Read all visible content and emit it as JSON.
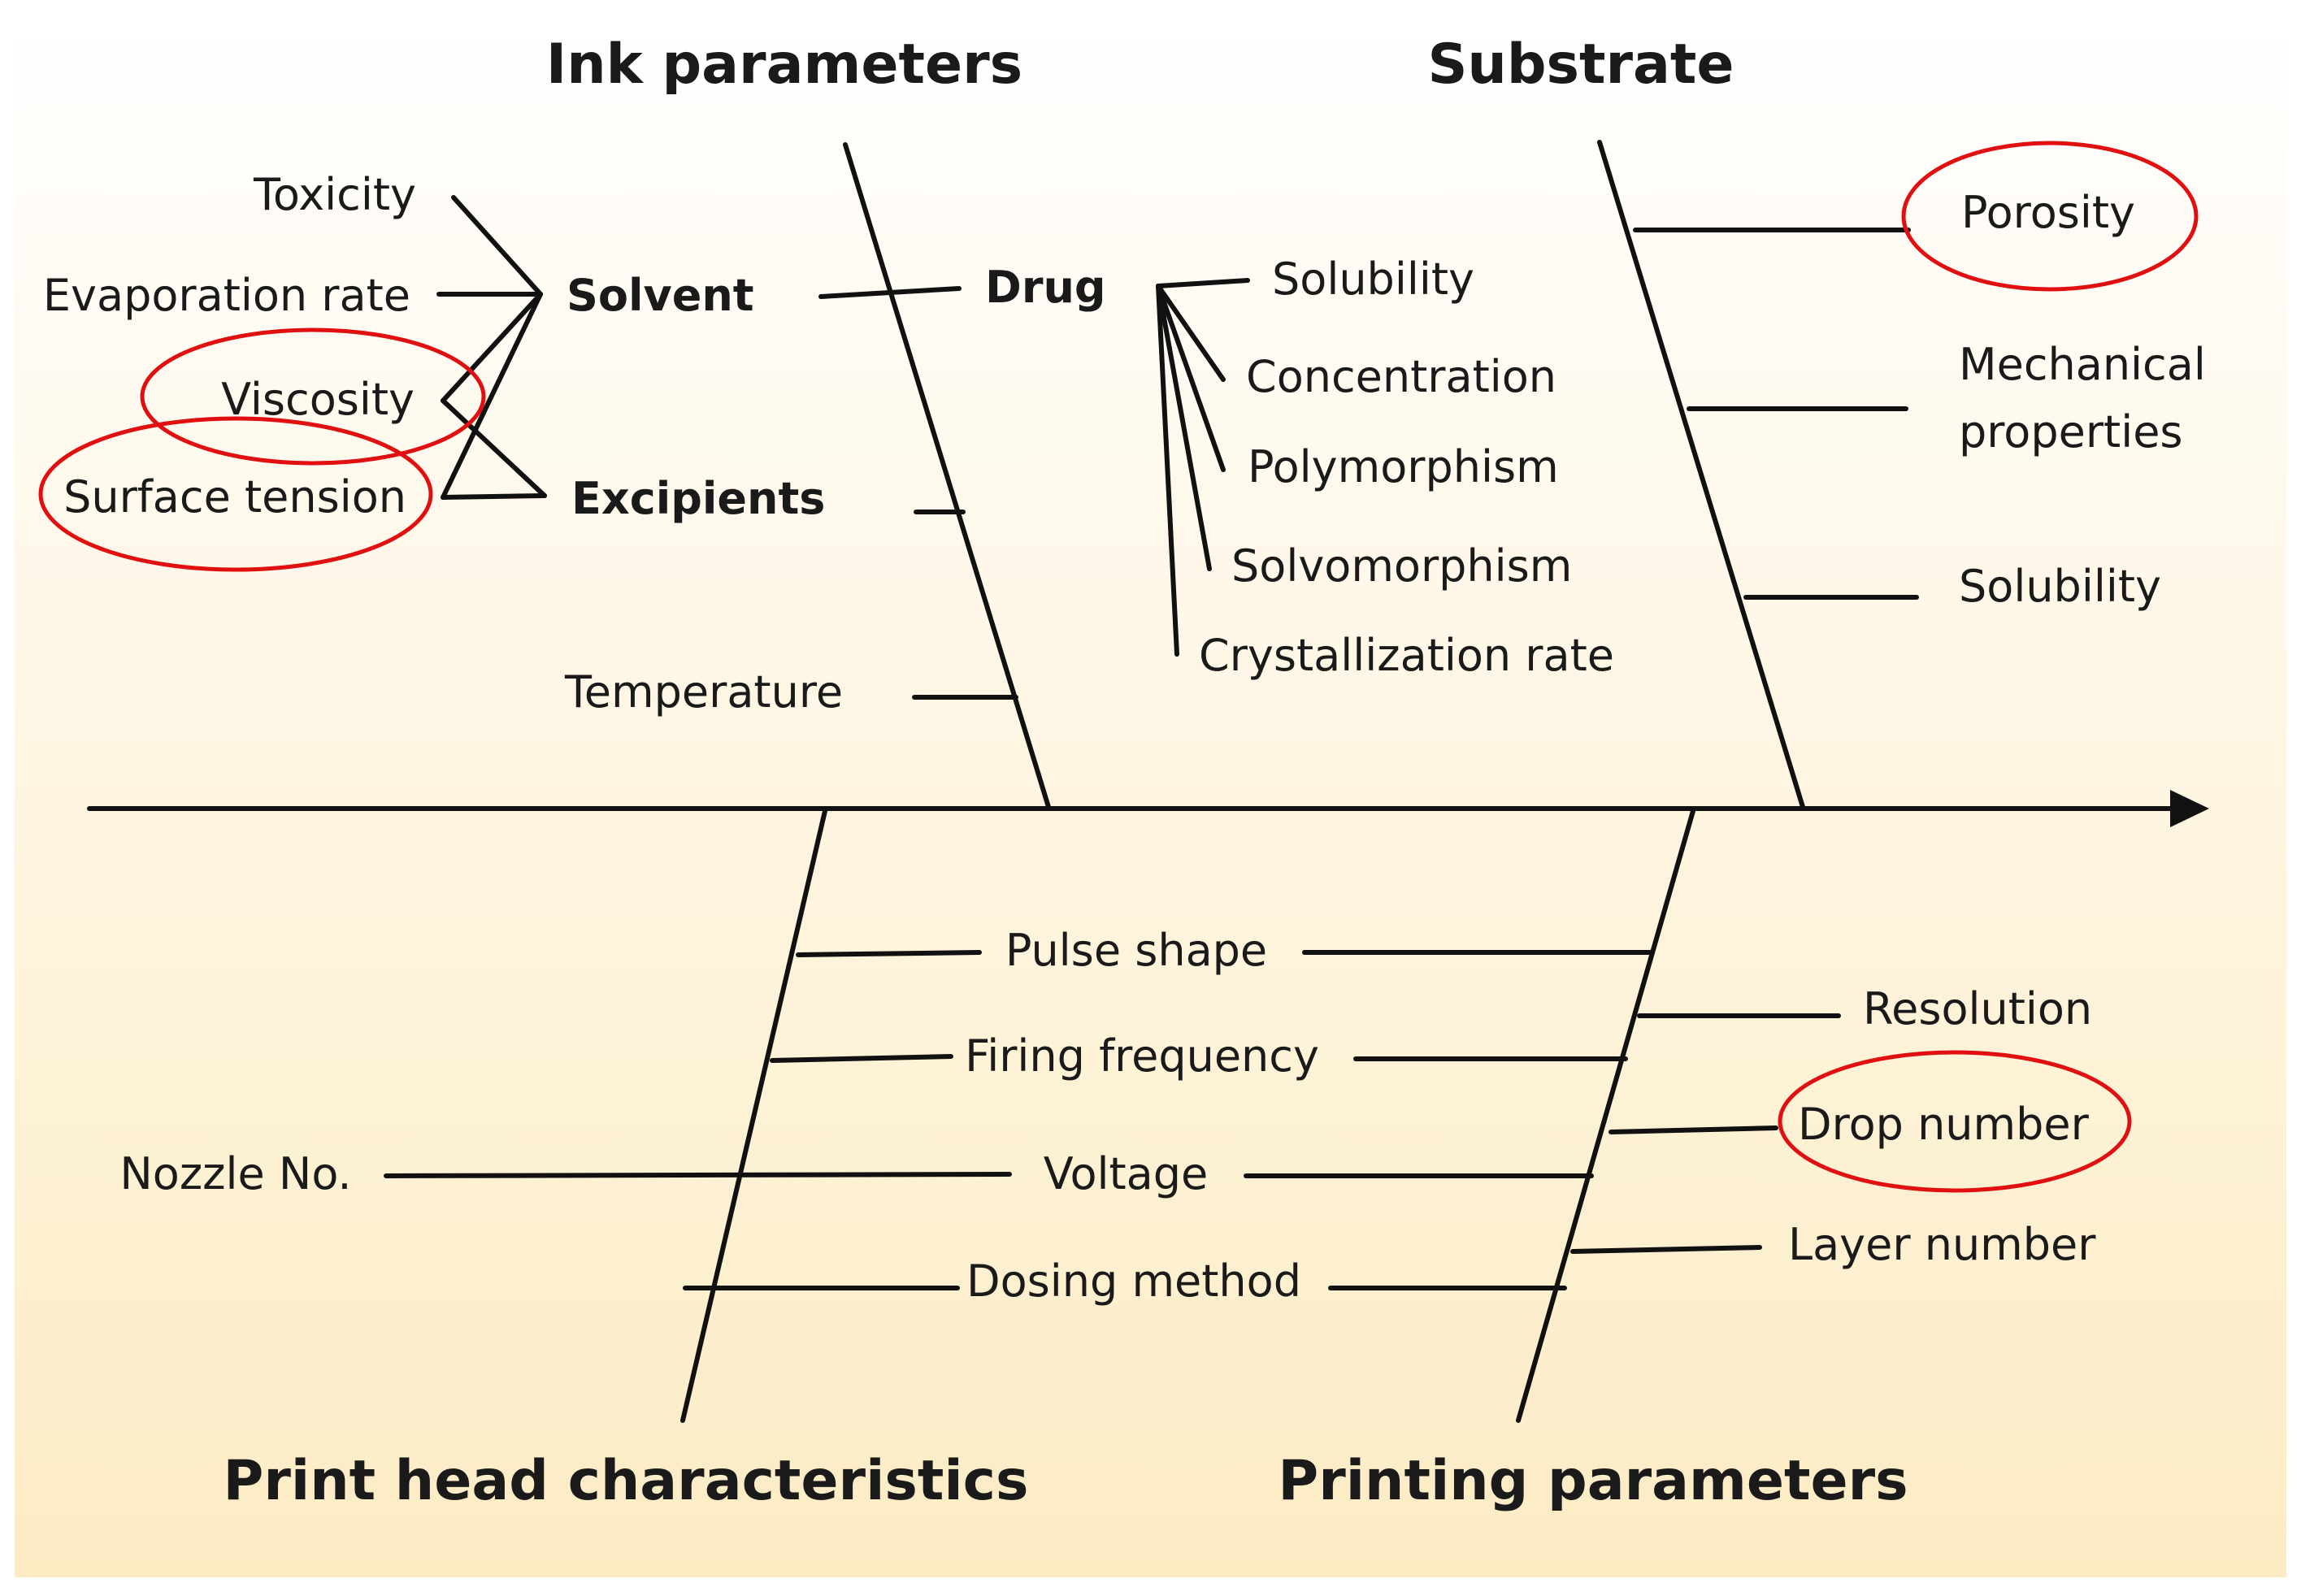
{
  "categories": {
    "ink": "Ink parameters",
    "substrate": "Substrate",
    "printhead": "Print head characteristics",
    "printing": "Printing parameters"
  },
  "ink": {
    "solvent": "Solvent",
    "excipients": "Excipients",
    "drug": "Drug",
    "temperature": "Temperature",
    "solvent_factors": [
      "Toxicity",
      "Evaporation rate",
      "Viscosity",
      "Surface tension"
    ],
    "drug_factors": [
      "Solubility",
      "Concentration",
      "Polymorphism",
      "Solvomorphism",
      "Crystallization rate"
    ]
  },
  "substrate": {
    "porosity": "Porosity",
    "mechanical_1": "Mechanical",
    "mechanical_2": "properties",
    "solubility": "Solubility"
  },
  "printhead": {
    "pulse_shape": "Pulse shape",
    "firing_frequency": "Firing frequency",
    "nozzle": "Nozzle No.",
    "voltage": "Voltage",
    "dosing_method": "Dosing method"
  },
  "printing": {
    "resolution": "Resolution",
    "drop_number": "Drop number",
    "layer_number": "Layer number"
  },
  "highlighted": [
    "Viscosity",
    "Surface tension",
    "Porosity",
    "Drop number"
  ],
  "colors": {
    "highlight": "#e01010",
    "line": "#111111",
    "bg_top": "#ffffff",
    "bg_bottom": "#fcecc4"
  }
}
